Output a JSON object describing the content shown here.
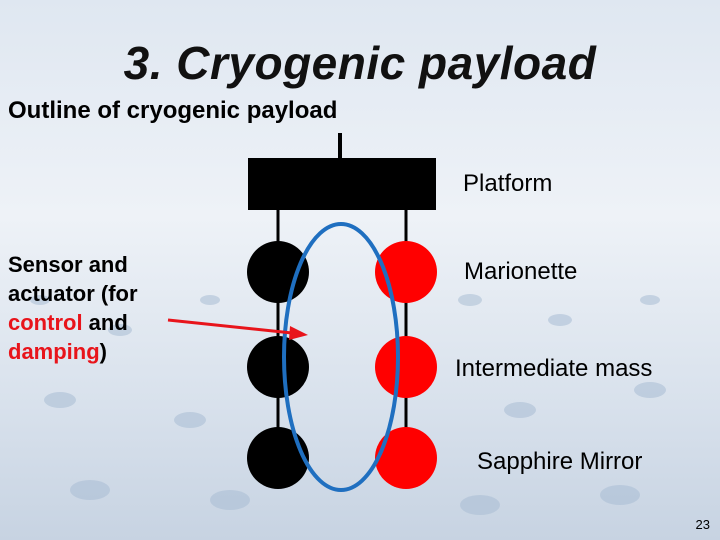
{
  "slide": {
    "title": "3. Cryogenic payload",
    "subtitle": "Outline of cryogenic payload",
    "page_number": "23"
  },
  "labels": {
    "platform": "Platform",
    "marionette": "Marionette",
    "intermediate_mass": "Intermediate mass",
    "sapphire_mirror": "Sapphire Mirror"
  },
  "sensor_annotation": {
    "line1": "Sensor and",
    "line2": "actuator (for",
    "line3_red": "control",
    "line3_black": " and",
    "line4_red": "damping",
    "line4_black": ")"
  },
  "colors": {
    "title_text": "#111111",
    "highlight_red": "#e8141b",
    "mass_black": "#000000",
    "mass_red": "#ff0000",
    "ellipse_blue": "#1f6fc0",
    "arrow_red": "#e8141b"
  }
}
